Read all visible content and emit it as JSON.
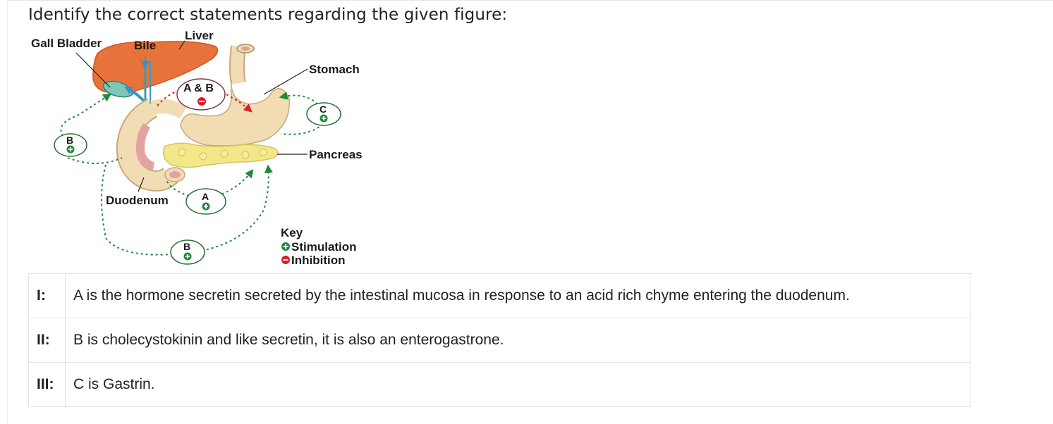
{
  "question": "Identify the correct statements regarding the given figure:",
  "figure": {
    "labels": {
      "gall_bladder": "Gall Bladder",
      "bile": "Bile",
      "liver": "Liver",
      "stomach": "Stomach",
      "pancreas": "Pancreas",
      "duodenum": "Duodenum",
      "a_and_b": "A & B"
    },
    "hormone_markers": {
      "a": "A",
      "b": "B",
      "c": "C"
    },
    "key": {
      "title": "Key",
      "stimulation": "Stimulation",
      "inhibition": "Inhibition"
    },
    "colors": {
      "stimulation": "#1e8a3a",
      "inhibition": "#d81e2a",
      "liver": "#e8733a",
      "organ": "#f1dcb4",
      "pancreas": "#f4e78a",
      "bile": "#3a8fd0"
    }
  },
  "statements": [
    {
      "num": "I:",
      "text": "A is the hormone secretin secreted by the intestinal mucosa in response to an acid rich chyme entering the duodenum."
    },
    {
      "num": "II:",
      "text": "B is cholecystokinin and like secretin, it is also an enterogastrone."
    },
    {
      "num": "III:",
      "text": "C is Gastrin."
    }
  ]
}
